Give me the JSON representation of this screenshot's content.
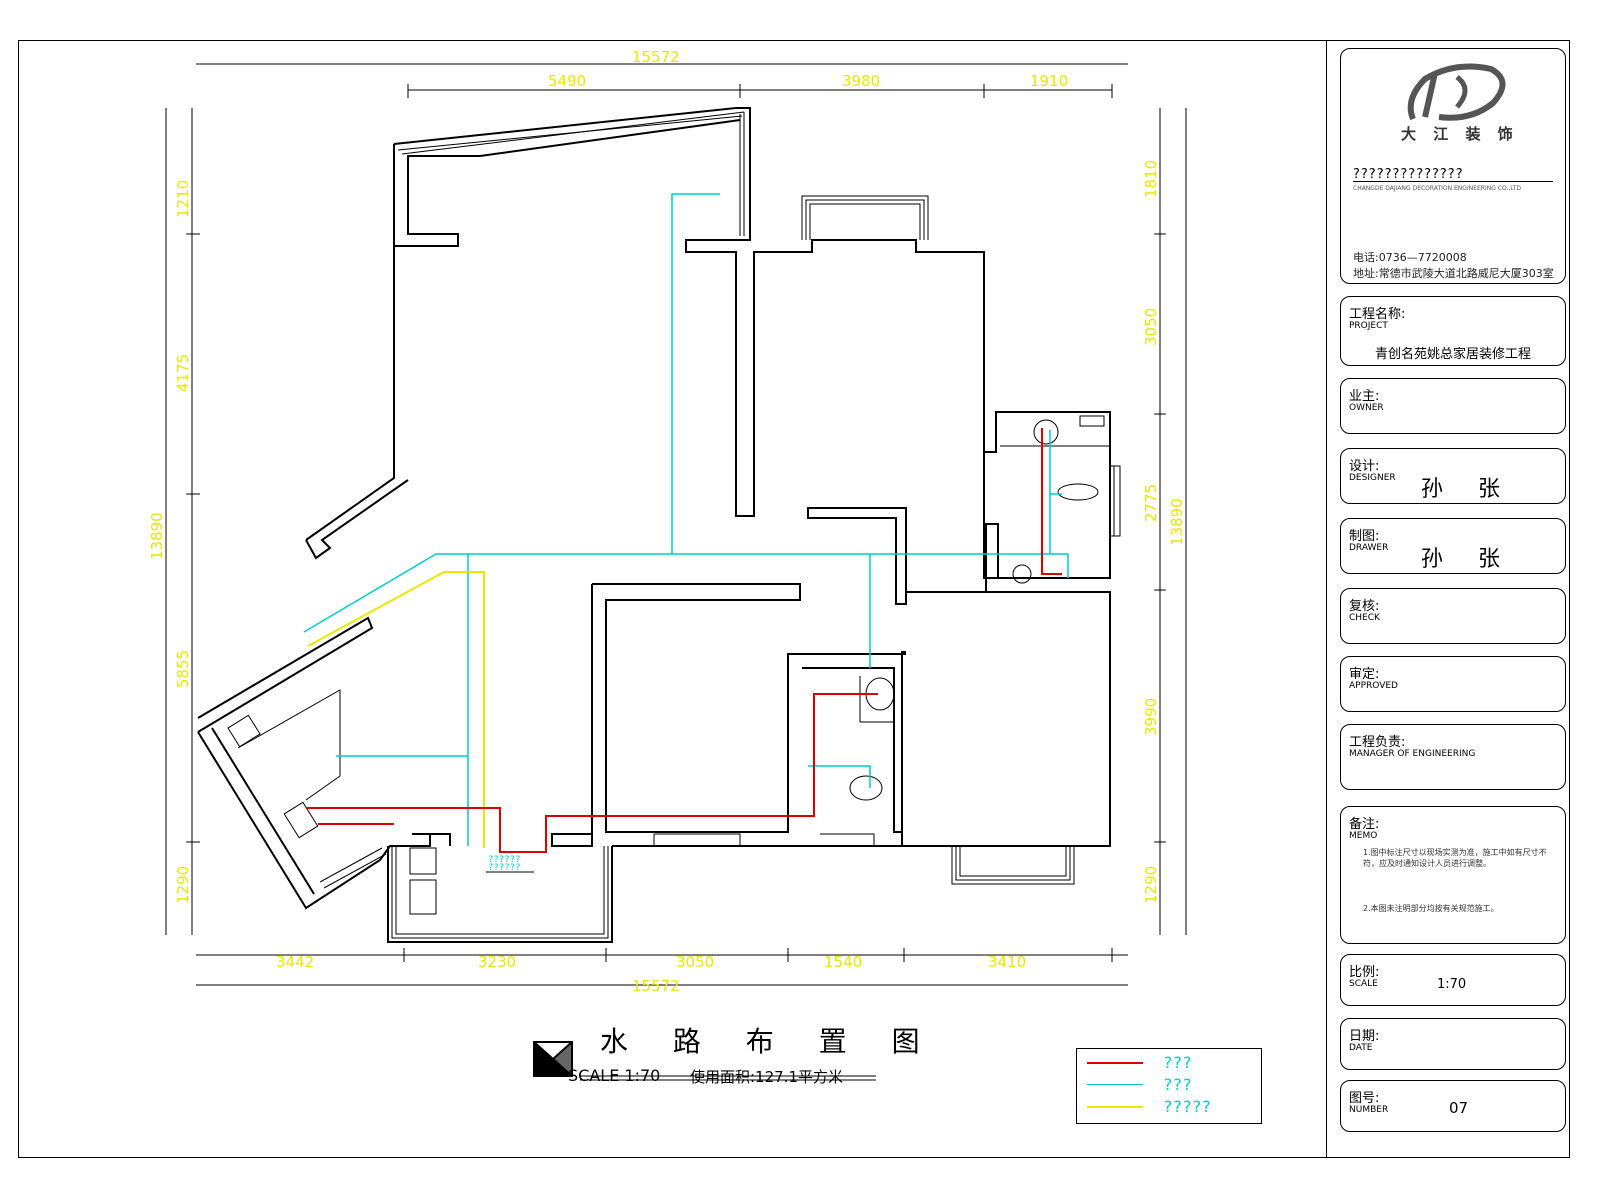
{
  "drawing": {
    "title": "水 路 布 置 图",
    "scale_text": "SCALE 1:70",
    "area_text": "使用面积:127.1平方米"
  },
  "dimensions": {
    "top_total": "15572",
    "top_segments": [
      "5490",
      "3980",
      "1910"
    ],
    "bottom_total": "15572",
    "bottom_segments": [
      "3442",
      "3230",
      "3050",
      "1540",
      "3410"
    ],
    "left_total": "13890",
    "left_segments": [
      "1210",
      "4175",
      "5855",
      "1290"
    ],
    "right_total": "13890",
    "right_segments": [
      "1810",
      "3050",
      "2775",
      "3990",
      "1290"
    ]
  },
  "annotations": {
    "shower_label": "??????",
    "shower_label2": "??????"
  },
  "legend": {
    "items": [
      {
        "label": "???",
        "color": "#dd0000"
      },
      {
        "label": "???",
        "color": "#00cccc"
      },
      {
        "label": "?????",
        "color": "#e8e800"
      }
    ]
  },
  "title_block": {
    "logo_mark": "大 江 装 饰",
    "company_name": "??????????????",
    "company_en": "CHANGDE DAJIANG DECORATION ENGINEERING CO.,LTD",
    "phone": "电话:0736—7720008",
    "address": "地址:常德市武陵大道北路威尼大厦303室",
    "fields": [
      {
        "cn": "工程名称:",
        "en": "PROJECT",
        "value": "青创名苑姚总家居装修工程"
      },
      {
        "cn": "业主:",
        "en": "OWNER",
        "value": ""
      },
      {
        "cn": "设计:",
        "en": "DESIGNER",
        "value": "孙 张"
      },
      {
        "cn": "制图:",
        "en": "DRAWER",
        "value": "孙 张"
      },
      {
        "cn": "复核:",
        "en": "CHECK",
        "value": ""
      },
      {
        "cn": "审定:",
        "en": "APPROVED",
        "value": ""
      },
      {
        "cn": "工程负责:",
        "en": "MANAGER OF ENGINEERING",
        "value": ""
      },
      {
        "cn": "备注:",
        "en": "MEMO",
        "value": ""
      },
      {
        "cn": "比例:",
        "en": "SCALE",
        "value": "1:70"
      },
      {
        "cn": "日期:",
        "en": "DATE",
        "value": ""
      },
      {
        "cn": "图号:",
        "en": "NUMBER",
        "value": "07"
      }
    ],
    "memo_notes": [
      "1.图中标注尺寸以现场实测为准，施工中如有尺寸不符，应及时通知设计人员进行调整。",
      "2.本图未注明部分均按有关规范施工。"
    ]
  },
  "colors": {
    "hot_water": "#dd0000",
    "cold_water": "#00cccc",
    "reserved": "#e8e800",
    "dimension": "#e8e800"
  }
}
